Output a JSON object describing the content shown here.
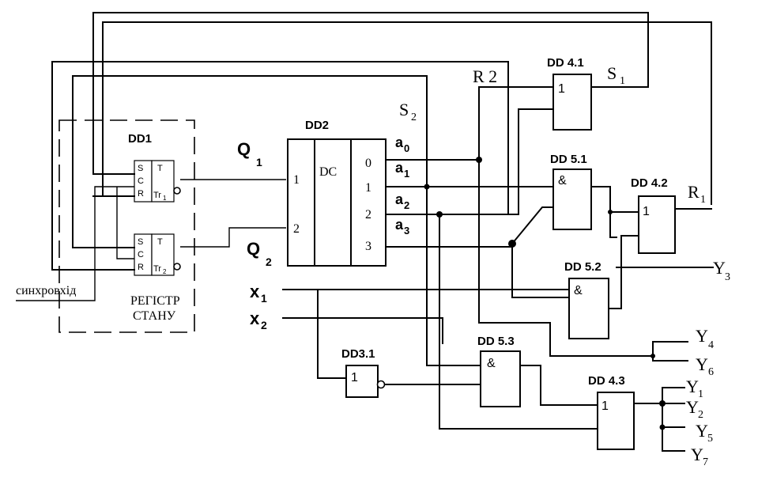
{
  "chips": {
    "dd1": "DD1",
    "dd2": "DD2",
    "dd31": "DD3.1",
    "dd41": "DD 4.1",
    "dd42": "DD 4.2",
    "dd43": "DD 4.3",
    "dd51": "DD 5.1",
    "dd52": "DD 5.2",
    "dd53": "DD 5.3"
  },
  "symbols": {
    "or": "1",
    "and": "&",
    "not": "1",
    "dc": "DC"
  },
  "flipflop": {
    "s": "S",
    "c": "C",
    "r": "R",
    "t": "T",
    "tr1": "Tr",
    "tr1_sub": "1",
    "tr2": "Tr",
    "tr2_sub": "2"
  },
  "decoder": {
    "in1": "1",
    "in2": "2",
    "out0": "0",
    "out1": "1",
    "out2": "2",
    "out3": "3"
  },
  "signals": {
    "q1": "Q",
    "q1_sub": "1",
    "q2": "Q",
    "q2_sub": "2",
    "a0": "a",
    "a0_sub": "0",
    "a1": "a",
    "a1_sub": "1",
    "a2": "a",
    "a2_sub": "2",
    "a3": "a",
    "a3_sub": "3",
    "x1": "x",
    "x1_sub": "1",
    "x2": "x",
    "x2_sub": "2",
    "s1": "S",
    "s1_sub": "1",
    "s2": "S",
    "s2_sub": "2",
    "r1": "R",
    "r1_sub": "1",
    "r2": "R 2"
  },
  "outputs": {
    "y1": "Y",
    "y1_sub": "1",
    "y2": "Y",
    "y2_sub": "2",
    "y3": "Y",
    "y3_sub": "3",
    "y4": "Y",
    "y4_sub": "4",
    "y5": "Y",
    "y5_sub": "5",
    "y6": "Y",
    "y6_sub": "6",
    "y7": "Y",
    "y7_sub": "7"
  },
  "labels": {
    "sync_input": "синхровхід",
    "register_line1": "РЕГІСТР",
    "register_line2": "СТАНУ"
  }
}
